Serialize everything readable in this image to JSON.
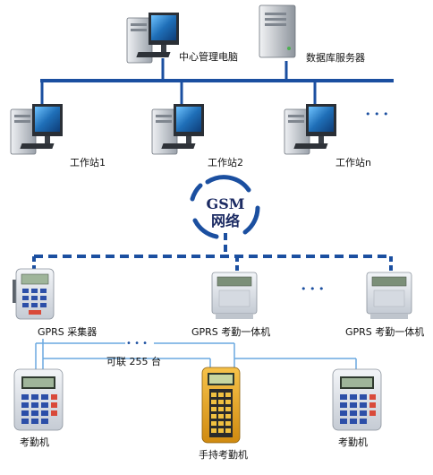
{
  "diagram": {
    "labels": {
      "central_pc": "中心管理电脑",
      "db_server": "数据库服务器",
      "workstation_1": "工作站1",
      "workstation_2": "工作站2",
      "workstation_n": "工作站n",
      "gsm_line1": "GSM",
      "gsm_line2": "网络",
      "gprs_collector": "GPRS 采集器",
      "gprs_unit_a": "GPRS 考勤一体机",
      "gprs_unit_b": "GPRS 考勤一体机",
      "link_note": "可联 255 台",
      "terminal_left": "考勤机",
      "handheld": "手持考勤机",
      "terminal_right": "考勤机"
    },
    "ellipsis": "• • •",
    "colors": {
      "bus_line": "#1b4fa0",
      "wireless_link": "#1b4fa0",
      "thin_link": "#6aa8e0",
      "pc_case": "#c9cdd3",
      "screen": "#1f6fb8",
      "terminal_body": "#dfe3ea",
      "handheld_body": "#e4a21c",
      "gsm_ring": "#1b4fa0"
    }
  }
}
